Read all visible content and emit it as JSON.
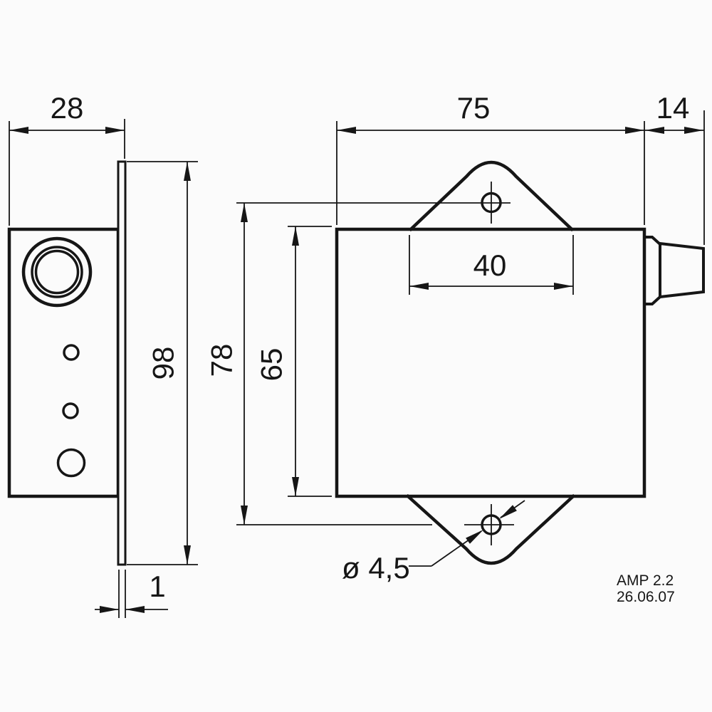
{
  "dims": {
    "side_width": "28",
    "flange_height": "98",
    "flange_thickness": "1",
    "front_width": "75",
    "connector_depth": "14",
    "tab_width": "40",
    "hole_spacing": "78",
    "body_height": "65",
    "hole_diameter": "ø 4,5"
  },
  "title_block": {
    "model": "AMP 2.2",
    "date": "26.06.07"
  },
  "colors": {
    "line": "#161616",
    "background": "#fbfbfb"
  }
}
